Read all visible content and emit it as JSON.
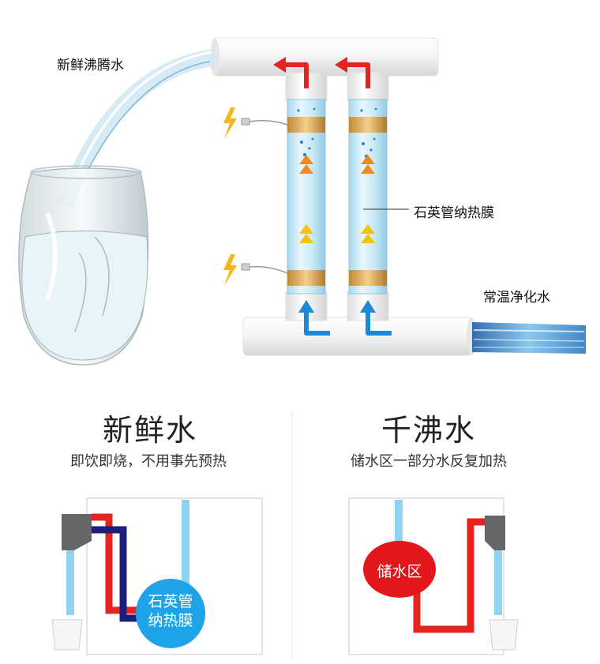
{
  "top_diagram": {
    "label_fresh_boiling": "新鲜沸腾水",
    "label_quartz_film": "石英管纳热膜",
    "label_purified_water": "常温净化水"
  },
  "panels": [
    {
      "title": "新鲜水",
      "subtitle": "即饮即烧，不用事先预热",
      "bubble_line1": "石英管",
      "bubble_line2": "纳热膜",
      "bubble_color": "#1fa3e8"
    },
    {
      "title": "千沸水",
      "subtitle": "储水区一部分水反复加热",
      "bubble_line1": "储水区",
      "bubble_color": "#e3161b"
    }
  ],
  "colors": {
    "hot": "#e52420",
    "cold": "#1e88d8",
    "navy": "#1b1f7a",
    "light_water": "#8fd3f0",
    "arrow_orange": "#ef8a1c",
    "arrow_yellow": "#f4c20d",
    "gold_band": "#e0b15a"
  }
}
